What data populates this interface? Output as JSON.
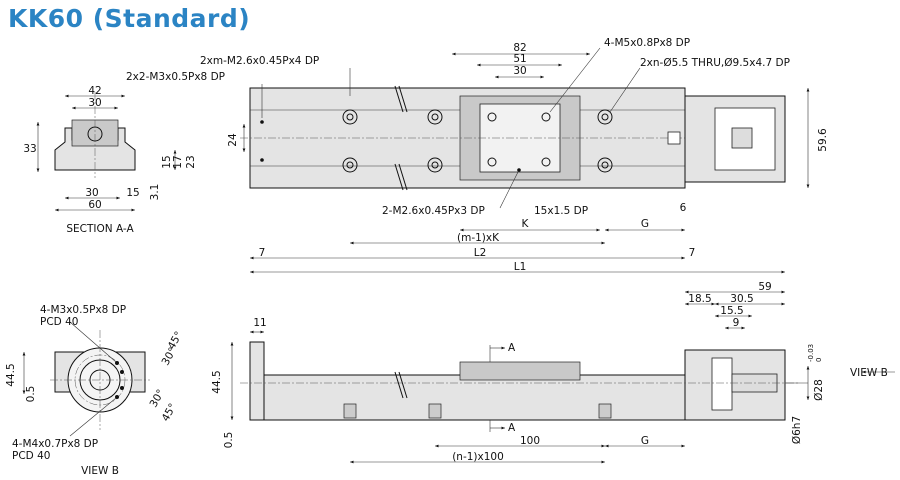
{
  "title": "KK60 (Standard)",
  "section": {
    "label": "SECTION A-A",
    "dims": {
      "d42": "42",
      "d30t": "30",
      "d33": "33",
      "d30b": "30",
      "d15": "15",
      "d60": "60",
      "d15r": "15",
      "d17": "17",
      "d23": "23",
      "d31": "3.1"
    }
  },
  "top_view": {
    "dims": {
      "d82": "82",
      "d51": "51",
      "d30": "30",
      "d24": "24",
      "d596": "59.6",
      "d6": "6",
      "d7l": "7",
      "d7r": "7",
      "K": "K",
      "G": "G",
      "m1K": "(m-1)xK",
      "L2": "L2",
      "L1": "L1"
    },
    "callouts": {
      "m26x4": "2xm-M2.6x0.45Px4 DP",
      "m3x8": "2x2-M3x0.5Px8 DP",
      "m5": "4-M5x0.8Px8 DP",
      "thru": "2xn-Ø5.5 THRU,Ø9.5x4.7 DP",
      "m26x3": "2-M2.6x0.45Px3 DP",
      "dp15": "15x1.5 DP"
    }
  },
  "view_b": {
    "label": "VIEW B",
    "callouts": {
      "m3": "4-M3x0.5Px8 DP",
      "pcd_top": "PCD 40",
      "m4": "4-M4x0.7Px8 DP",
      "pcd_bot": "PCD 40"
    },
    "dims": {
      "d445": "44.5",
      "d05": "0.5",
      "a30a": "30°",
      "a45a": "45°",
      "a30b": "30°",
      "a45b": "45°"
    }
  },
  "side_view": {
    "dims": {
      "d11": "11",
      "d445": "44.5",
      "d05": "0.5",
      "A_top": "A",
      "A_bot": "A",
      "d100": "100",
      "G": "G",
      "n1x100": "(n-1)x100"
    },
    "view_b_arrow": "VIEW B"
  },
  "motor": {
    "dims": {
      "d59": "59",
      "d185": "18.5",
      "d305": "30.5",
      "d155": "15.5",
      "d9": "9",
      "d28": "Ø28",
      "tol28a": "-0.03",
      "tol28b": "0",
      "d6h7": "Ø6h7"
    }
  }
}
